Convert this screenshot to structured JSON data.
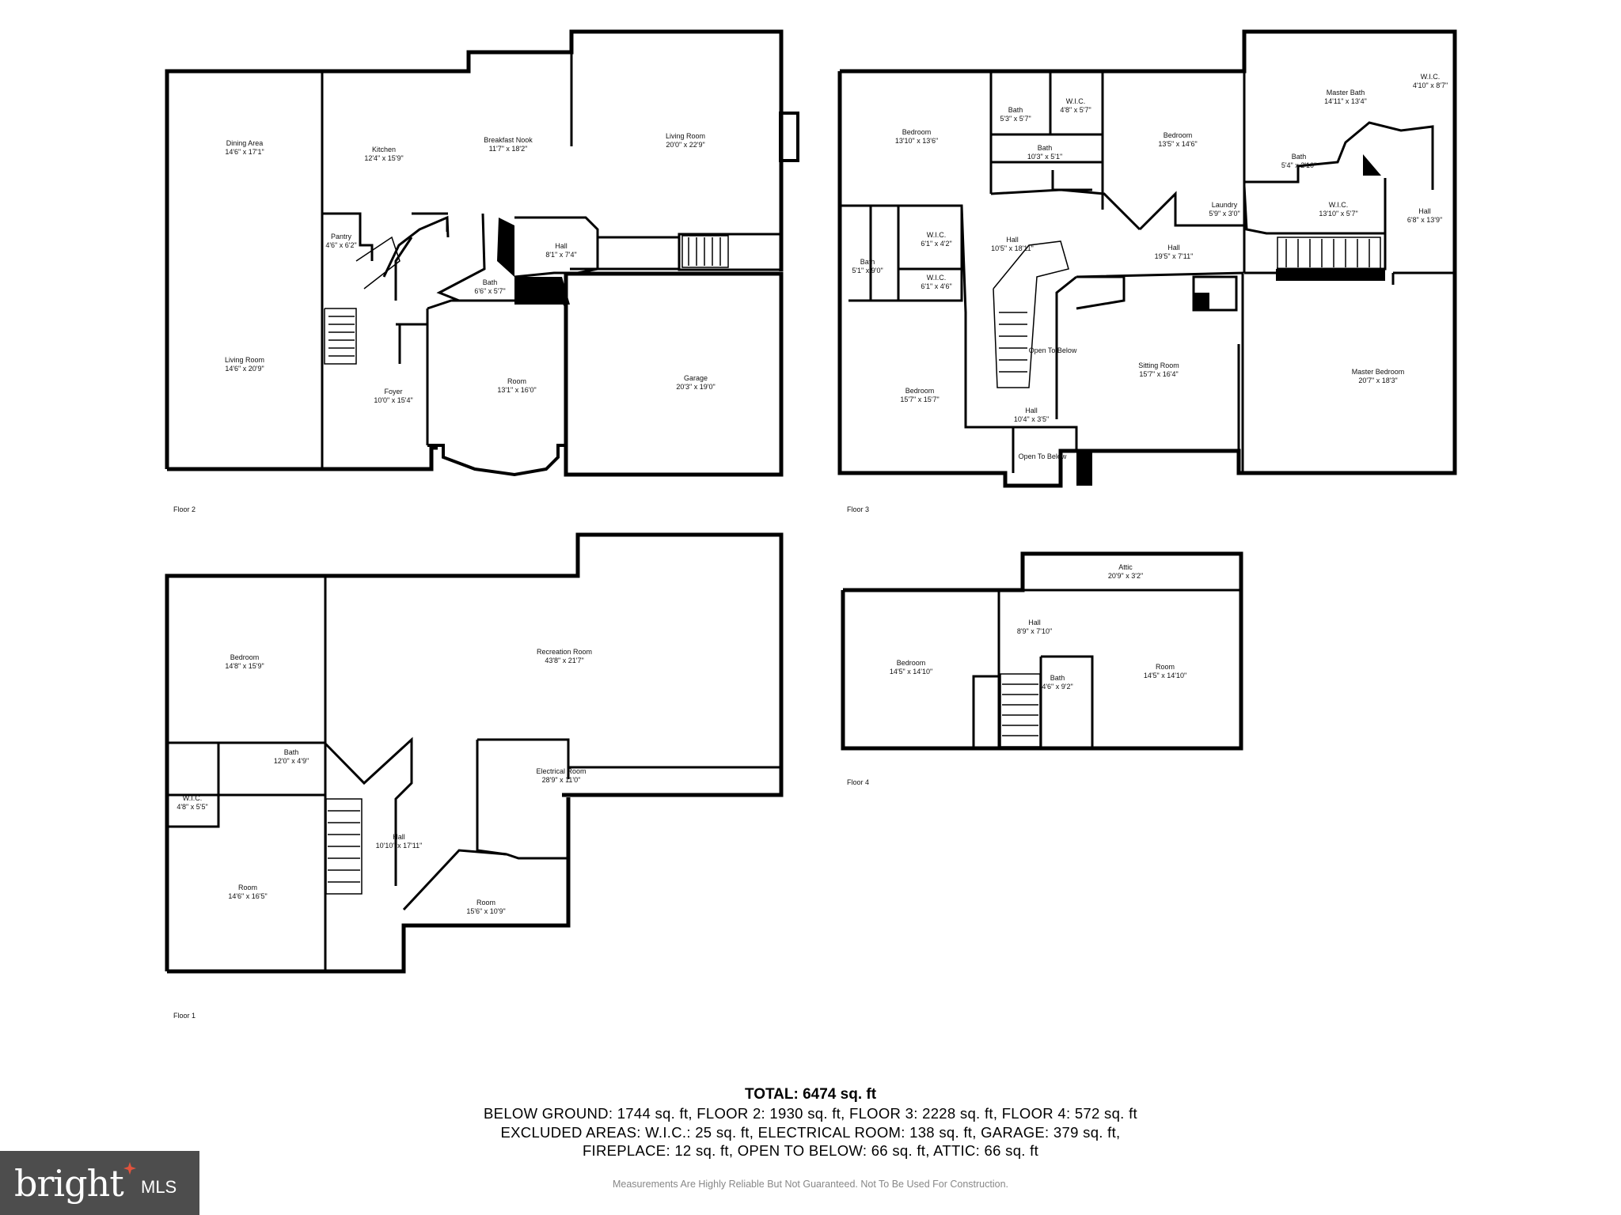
{
  "floors": [
    {
      "id": "floor2",
      "label": "Floor 2",
      "rooms": [
        {
          "name": "Dining Area",
          "dims": "14'6\" x 17'1\""
        },
        {
          "name": "Kitchen",
          "dims": "12'4\" x 15'9\""
        },
        {
          "name": "Breakfast Nook",
          "dims": "11'7\" x 18'2\""
        },
        {
          "name": "Living Room",
          "dims": "20'0\" x 22'9\""
        },
        {
          "name": "Pantry",
          "dims": "4'6\" x 6'2\""
        },
        {
          "name": "Hall",
          "dims": "8'1\" x 7'4\""
        },
        {
          "name": "Bath",
          "dims": "6'6\" x 5'7\""
        },
        {
          "name": "Living Room",
          "dims": "14'6\" x 20'9\""
        },
        {
          "name": "Foyer",
          "dims": "10'0\" x 15'4\""
        },
        {
          "name": "Room",
          "dims": "13'1\" x 16'0\""
        },
        {
          "name": "Garage",
          "dims": "20'3\" x 19'0\""
        }
      ]
    },
    {
      "id": "floor3",
      "label": "Floor 3",
      "rooms": [
        {
          "name": "Bedroom",
          "dims": "13'10\" x 13'6\""
        },
        {
          "name": "Bath",
          "dims": "5'3\" x 5'7\""
        },
        {
          "name": "W.I.C.",
          "dims": "4'8\" x 5'7\""
        },
        {
          "name": "Bedroom",
          "dims": "13'5\" x 14'6\""
        },
        {
          "name": "Master Bath",
          "dims": "14'11\" x 13'4\""
        },
        {
          "name": "W.I.C.",
          "dims": "4'10\" x 8'7\""
        },
        {
          "name": "Bath",
          "dims": "10'3\" x 5'1\""
        },
        {
          "name": "Bath",
          "dims": "5'4\" x 2'10\""
        },
        {
          "name": "Laundry",
          "dims": "5'9\" x 3'0\""
        },
        {
          "name": "W.I.C.",
          "dims": "13'10\" x 5'7\""
        },
        {
          "name": "Hall",
          "dims": "6'8\" x 13'9\""
        },
        {
          "name": "W.I.C.",
          "dims": "6'1\" x 4'2\""
        },
        {
          "name": "Hall",
          "dims": "10'5\" x 18'11\""
        },
        {
          "name": "Hall",
          "dims": "19'5\" x 7'11\""
        },
        {
          "name": "Bath",
          "dims": "5'1\" x 9'0\""
        },
        {
          "name": "W.I.C.",
          "dims": "6'1\" x 4'6\""
        },
        {
          "name": "Open To Below",
          "dims": ""
        },
        {
          "name": "Sitting Room",
          "dims": "15'7\" x 16'4\""
        },
        {
          "name": "Master Bedroom",
          "dims": "20'7\" x 18'3\""
        },
        {
          "name": "Bedroom",
          "dims": "15'7\" x 15'7\""
        },
        {
          "name": "Hall",
          "dims": "10'4\" x 3'5\""
        },
        {
          "name": "Open To Below",
          "dims": ""
        }
      ]
    },
    {
      "id": "floor1",
      "label": "Floor 1",
      "rooms": [
        {
          "name": "Bedroom",
          "dims": "14'8\" x 15'9\""
        },
        {
          "name": "Recreation Room",
          "dims": "43'8\" x 21'7\""
        },
        {
          "name": "Bath",
          "dims": "12'0\" x 4'9\""
        },
        {
          "name": "Electrical Room",
          "dims": "28'9\" x 11'0\""
        },
        {
          "name": "W.I.C.",
          "dims": "4'8\" x 5'5\""
        },
        {
          "name": "Hall",
          "dims": "10'10\" x 17'11\""
        },
        {
          "name": "Room",
          "dims": "14'6\" x 16'5\""
        },
        {
          "name": "Room",
          "dims": "15'6\" x 10'9\""
        }
      ]
    },
    {
      "id": "floor4",
      "label": "Floor 4",
      "rooms": [
        {
          "name": "Attic",
          "dims": "20'9\" x 3'2\""
        },
        {
          "name": "Hall",
          "dims": "8'9\" x 7'10\""
        },
        {
          "name": "Bedroom",
          "dims": "14'5\" x 14'10\""
        },
        {
          "name": "Room",
          "dims": "14'5\" x 14'10\""
        },
        {
          "name": "Bath",
          "dims": "4'6\" x 9'2\""
        }
      ]
    }
  ],
  "summary": {
    "total": "TOTAL: 6474 sq. ft",
    "line1": "BELOW GROUND: 1744 sq. ft, FLOOR 2: 1930 sq. ft, FLOOR 3: 2228 sq. ft, FLOOR 4: 572 sq. ft",
    "line2": "EXCLUDED AREAS: W.I.C.: 25 sq. ft, ELECTRICAL ROOM: 138 sq. ft, GARAGE: 379 sq. ft,",
    "line3": "FIREPLACE: 12 sq. ft, OPEN TO BELOW: 66 sq. ft, ATTIC: 66 sq. ft",
    "disclaimer": "Measurements Are Highly Reliable But Not Guaranteed. Not To Be Used For Construction."
  },
  "logo": {
    "brand": "bright",
    "suffix": "MLS",
    "mark_color": "#e0533d",
    "bg_color": "#4d4d4d"
  }
}
